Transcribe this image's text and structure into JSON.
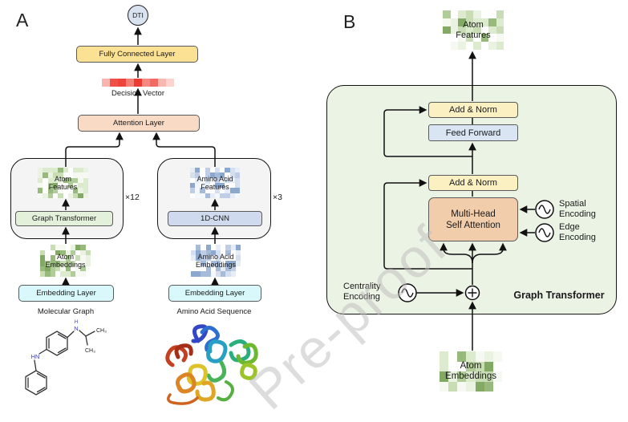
{
  "panel_a": {
    "label": "A",
    "dti_label": "DTI",
    "fully_connected_label": "Fully Connected Layer",
    "decision_vector_label": "Decision Vector",
    "attention_label": "Attention Layer",
    "atom_branch": {
      "multiplier": "×12",
      "features_line1": "Atom",
      "features_line2": "Features",
      "layer_label": "Graph Transformer",
      "embeddings_line1": "Atom",
      "embeddings_line2": "Embeddings",
      "embedding_layer_label": "Embedding Layer",
      "input_label": "Molecular Graph"
    },
    "protein_branch": {
      "multiplier": "×3",
      "features_line1": "Amino Acid",
      "features_line2": "Features",
      "layer_label": "1D-CNN",
      "embeddings_line1": "Amino Acid",
      "embeddings_line2": "Embeddings",
      "embedding_layer_label": "Embedding Layer",
      "input_label": "Amino Acid Sequence"
    },
    "molecule": {
      "hn": "HN",
      "h": "H",
      "n": "N",
      "ch3_top": "CH₃",
      "ch3_bottom": "CH₃"
    }
  },
  "panel_b": {
    "label": "B",
    "top_features_line1": "Atom",
    "top_features_line2": "Features",
    "add_norm_1": "Add & Norm",
    "feed_forward": "Feed Forward",
    "add_norm_2": "Add & Norm",
    "mhsa_line1": "Multi-Head",
    "mhsa_line2": "Self Attention",
    "spatial_line1": "Spatial",
    "spatial_line2": "Encoding",
    "edge_line1": "Edge",
    "edge_line2": "Encoding",
    "centrality_line1": "Centrality",
    "centrality_line2": "Encoding",
    "container_label": "Graph Transformer",
    "bottom_embeddings_line1": "Atom",
    "bottom_embeddings_line2": "Embeddings"
  },
  "watermark": "Pre-proof",
  "decision_vector_cells": [
    "#fab4ae",
    "#ef5047",
    "#ed453b",
    "#f47f77",
    "#ec3c31",
    "#f58982",
    "#f26b62",
    "#f9b7b2",
    "#fcd3cf"
  ],
  "heatmap_palettes": {
    "green": [
      "#ffffff",
      "#f5f9f1",
      "#eaf2e1",
      "#dcebcd",
      "#c9ddb4",
      "#b0cc98",
      "#97ba7c",
      "#82aa64"
    ],
    "blue": [
      "#ffffff",
      "#f4f7fb",
      "#e7edf7",
      "#d5dfef",
      "#bfcde6",
      "#a6bbda",
      "#8da8ce"
    ]
  },
  "colors": {
    "fc_fill": "#fbe194",
    "attention_fill": "#f8dac5",
    "add_norm_fill": "#faf0c2",
    "feed_forward_fill": "#d9e5f2",
    "mhsa_fill": "#f2cdab",
    "graph_transformer_box_fill": "#e3f0da",
    "cnn_fill": "#cfdaee",
    "embedding_fill": "#d8f8fc",
    "branch_fill": "#f4f4f4",
    "container_fill": "#ebf3e5",
    "dti_fill": "#d9e3f0"
  }
}
